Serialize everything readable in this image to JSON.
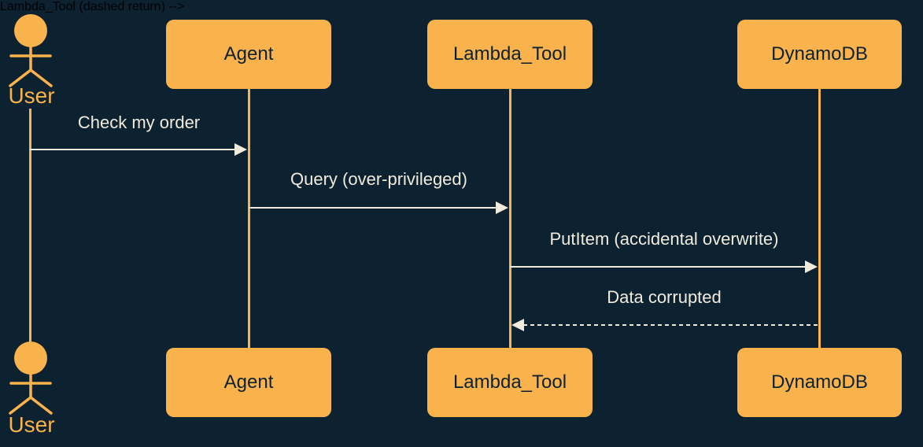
{
  "diagram": {
    "kind": "sequence-diagram",
    "actor": {
      "label": "User"
    },
    "participants": [
      {
        "label": "Agent"
      },
      {
        "label": "Lambda_Tool"
      },
      {
        "label": "DynamoDB"
      }
    ],
    "messages": [
      {
        "label": "Check my order",
        "from": "User",
        "to": "Agent",
        "line": "solid",
        "direction": "right"
      },
      {
        "label": "Query (over-privileged)",
        "from": "Agent",
        "to": "Lambda_Tool",
        "line": "solid",
        "direction": "right"
      },
      {
        "label": "PutItem (accidental overwrite)",
        "from": "Lambda_Tool",
        "to": "DynamoDB",
        "line": "solid",
        "direction": "right"
      },
      {
        "label": "Data corrupted",
        "from": "DynamoDB",
        "to": "Lambda_Tool",
        "line": "dashed",
        "direction": "left"
      }
    ],
    "colors": {
      "background": "#0C2231",
      "accent_orange": "#F9B24C",
      "message_text": "#F1EBDC",
      "participant_text": "#0C2231"
    }
  }
}
